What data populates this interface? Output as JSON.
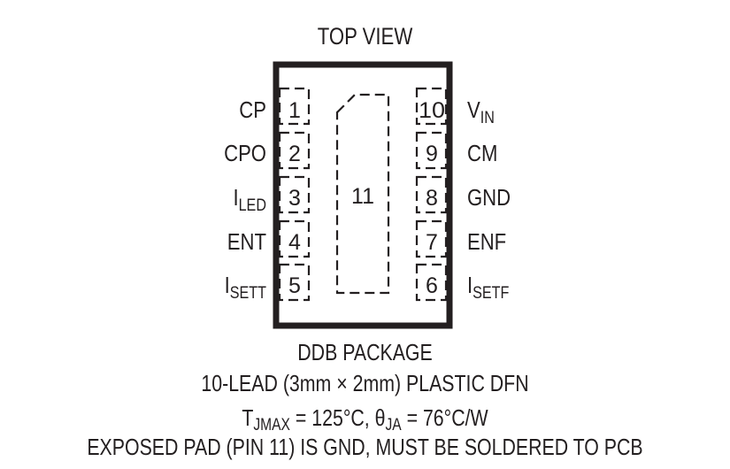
{
  "diagram": {
    "title": "TOP VIEW",
    "package_type": "DFN",
    "left_pins": [
      {
        "number": "1",
        "name": "CP",
        "sub": ""
      },
      {
        "number": "2",
        "name": "CPO",
        "sub": ""
      },
      {
        "number": "3",
        "name": "I",
        "sub": "LED"
      },
      {
        "number": "4",
        "name": "ENT",
        "sub": ""
      },
      {
        "number": "5",
        "name": "I",
        "sub": "SETT"
      }
    ],
    "right_pins": [
      {
        "number": "10",
        "name": "V",
        "sub": "IN"
      },
      {
        "number": "9",
        "name": "CM",
        "sub": ""
      },
      {
        "number": "8",
        "name": "GND",
        "sub": ""
      },
      {
        "number": "7",
        "name": "ENF",
        "sub": ""
      },
      {
        "number": "6",
        "name": "I",
        "sub": "SETF"
      }
    ],
    "exposed_pad": {
      "number": "11"
    },
    "captions": {
      "package_name": "DDB PACKAGE",
      "package_desc": "10-LEAD (3mm × 2mm) PLASTIC DFN",
      "thermal": {
        "tj_symbol": "T",
        "tj_sub": "JMAX",
        "tj_value": " = 125°C, ",
        "theta_symbol": "θ",
        "theta_sub": "JA",
        "theta_value": " = 76°C/W"
      },
      "note": "EXPOSED PAD (PIN 11) IS GND, MUST BE SOLDERED TO PCB"
    },
    "colors": {
      "ink": "#231f20",
      "background": "#ffffff"
    }
  }
}
